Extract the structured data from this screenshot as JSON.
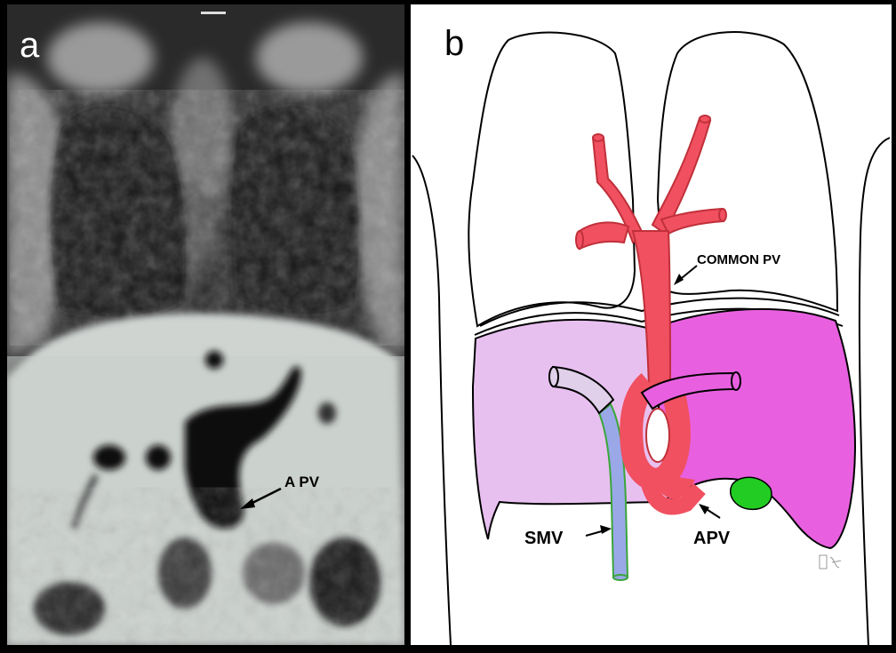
{
  "panel_a": {
    "letter": "a",
    "label_apv": "A PV"
  },
  "panel_b": {
    "letter": "b",
    "label_common_pv": "COMMON PV",
    "label_smv": "SMV",
    "label_apv": "APV",
    "signature": "图式"
  },
  "colors": {
    "portal_vein": "#f05060",
    "left_liver": "#e8c0f0",
    "right_liver": "#e860e0",
    "smv": "#9aa8e8",
    "smv_outline": "#3aa63a",
    "spleen": "#22cc22"
  }
}
